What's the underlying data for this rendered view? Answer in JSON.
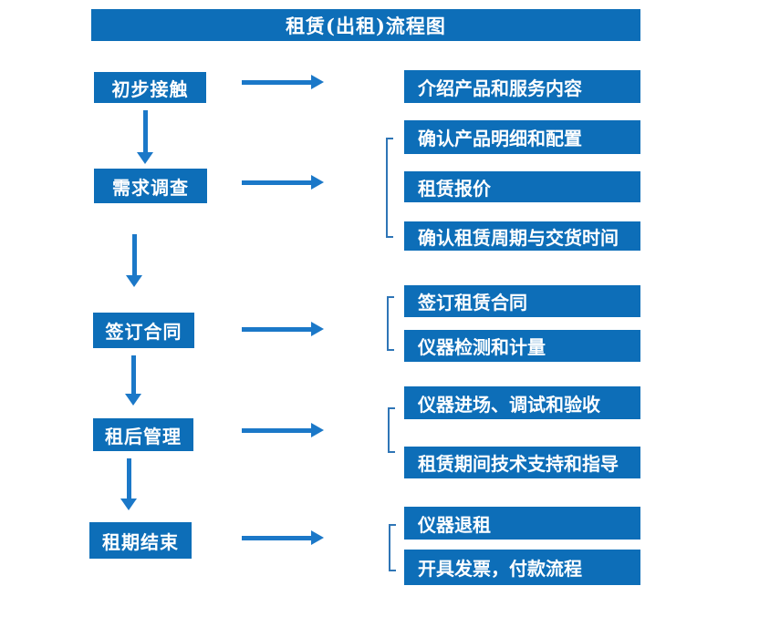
{
  "title": "租赁(出租)流程图",
  "colors": {
    "box_blue": "#0D6EB8",
    "arrow_blue": "#1B78C8",
    "bracket_blue": "#2E75B6",
    "text": "#FFFFFF",
    "background": "#FFFFFF"
  },
  "steps": [
    {
      "label": "初步接触",
      "details": [
        "介绍产品和服务内容"
      ]
    },
    {
      "label": "需求调查",
      "details": [
        "确认产品明细和配置",
        "租赁报价",
        "确认租赁周期与交货时间"
      ]
    },
    {
      "label": "签订合同",
      "details": [
        "签订租赁合同",
        "仪器检测和计量"
      ]
    },
    {
      "label": "租后管理",
      "details": [
        "仪器进场、调试和验收",
        "租赁期间技术支持和指导"
      ]
    },
    {
      "label": "租期结束",
      "details": [
        "仪器退租",
        "开具发票，付款流程"
      ]
    }
  ]
}
